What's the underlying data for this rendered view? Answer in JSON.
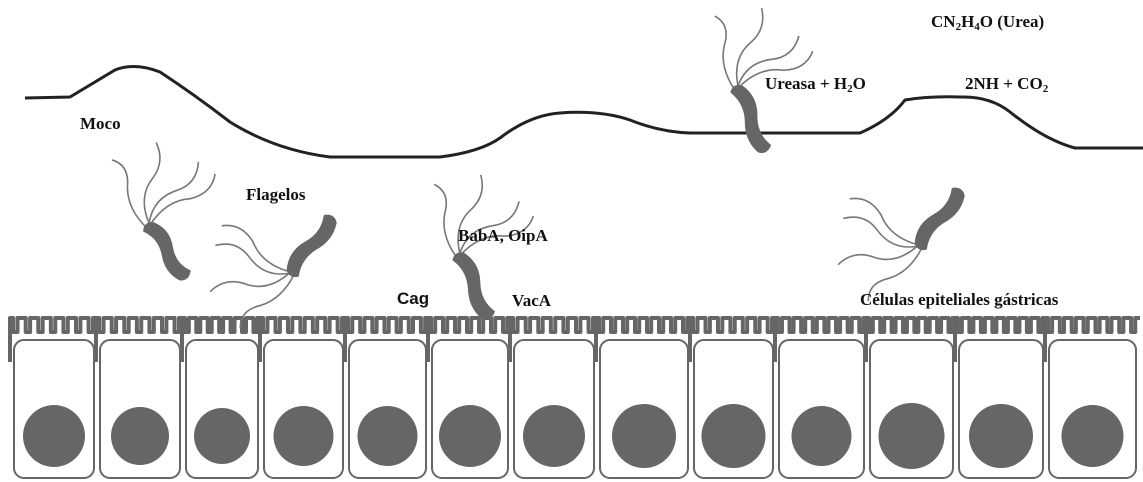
{
  "labels": {
    "moco": "Moco",
    "flagelos": "Flagelos",
    "babA": "BabA, OipA",
    "cag": "Cag",
    "vacA": "VacA",
    "celulas": "Células epiteliales gástricas",
    "ureasa_prefix": "Ureasa + H",
    "ureasa_sub": "2",
    "ureasa_suffix": "O",
    "urea_c": "CN",
    "urea_sub1": "2",
    "urea_h": "H",
    "urea_sub2": "4",
    "urea_rest": "O (Urea)",
    "products_prefix": "2NH + CO",
    "products_sub": "2"
  },
  "colors": {
    "bacteria": "#666666",
    "cell_fill": "#ffffff",
    "nucleus": "#666666",
    "microvilli": "#666666",
    "mucus_line": "#222222",
    "flagella": "#777777"
  },
  "icons": {
    "bacterium": "helicobacter-icon",
    "cell": "epithelial-cell-icon"
  }
}
